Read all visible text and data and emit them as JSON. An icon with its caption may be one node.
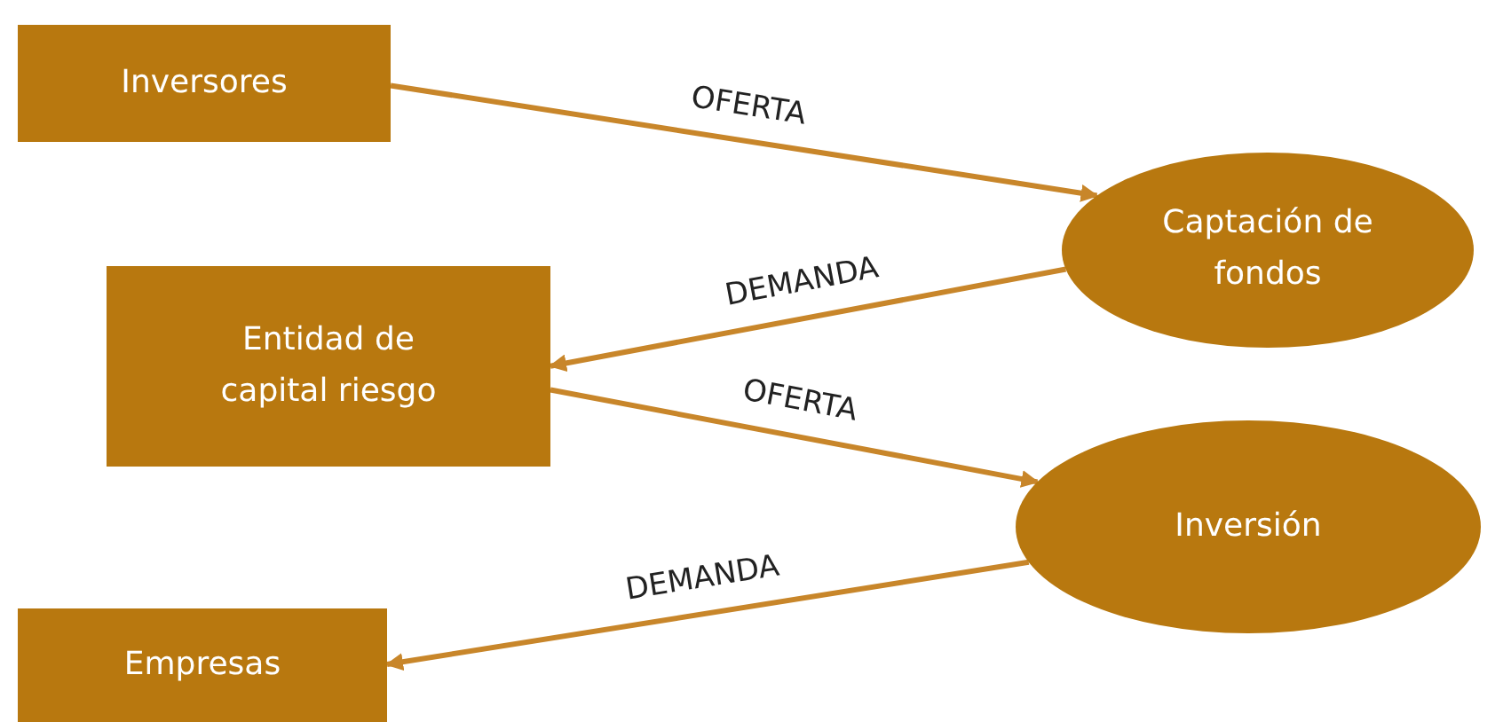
{
  "diagram": {
    "nodes": [
      {
        "text": [
          "Inversores"
        ]
      },
      {
        "text": [
          "Captación de fondos"
        ]
      },
      {
        "text": [
          "Entidad de capital riesgo"
        ]
      },
      {
        "text": [
          "Inversión"
        ]
      },
      {
        "text": [
          "Empresas"
        ]
      }
    ],
    "edges": [
      {
        "from": 0,
        "to": 1,
        "arrow": "to",
        "label": "OFERTA"
      },
      {
        "from": 1,
        "to": 2,
        "arrow": "to",
        "label": "DEMANDA"
      },
      {
        "from": 2,
        "to": 3,
        "arrow": "to",
        "label": "OFERTA"
      },
      {
        "from": 3,
        "to": 4,
        "arrow": "to",
        "label": "DEMANDA"
      }
    ]
  }
}
